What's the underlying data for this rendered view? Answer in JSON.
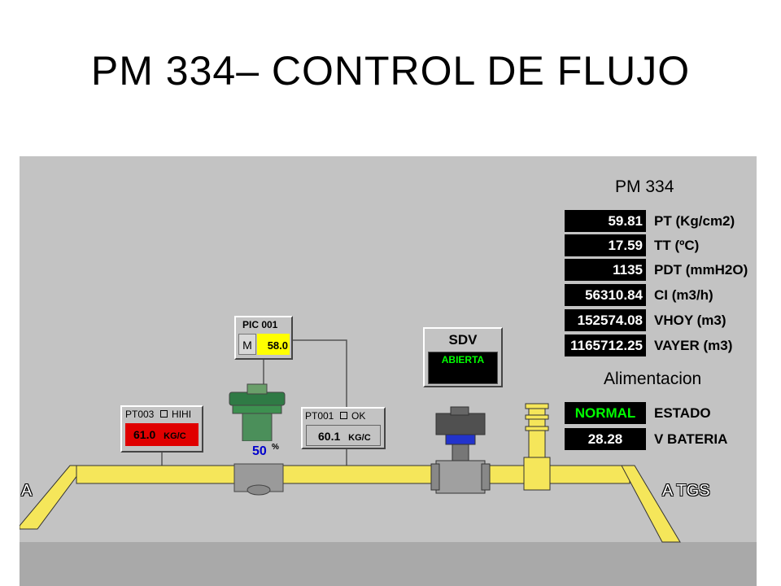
{
  "title": "PM 334– CONTROL DE FLUJO",
  "station": {
    "title": "PM 334",
    "readings": [
      {
        "value": "59.81",
        "label": "PT (Kg/cm2)"
      },
      {
        "value": "17.59",
        "label": "TT (ºC)"
      },
      {
        "value": "1135",
        "label": "PDT (mmH2O)"
      },
      {
        "value": "56310.84",
        "label": "CI (m3/h)"
      },
      {
        "value": "152574.08",
        "label": "VHOY (m3)"
      },
      {
        "value": "1165712.25",
        "label": "VAYER (m3)"
      }
    ]
  },
  "alimentacion": {
    "title": "Alimentacion",
    "estado_value": "NORMAL",
    "estado_label": "ESTADO",
    "bateria_value": "28.28",
    "bateria_label": "V BATERIA"
  },
  "pt003": {
    "tag": "PT003",
    "alarm": "HIHI",
    "value": "61.0",
    "unit": "KG/C"
  },
  "pt001": {
    "tag": "PT001",
    "alarm": "OK",
    "value": "60.1",
    "unit": "KG/C"
  },
  "pic001": {
    "tag": "PIC 001",
    "mode": "M",
    "setpoint": "58.0"
  },
  "valve": {
    "opening": "50",
    "unit": "%"
  },
  "sdv": {
    "tag": "SDV",
    "state": "ABIERTA"
  },
  "left_label": "A",
  "right_label": "A TGS",
  "colors": {
    "pipe": "#f5e65a",
    "alarm_red": "#e00000",
    "ok_green": "#00ff00",
    "setpoint_yellow": "#ffff00"
  }
}
